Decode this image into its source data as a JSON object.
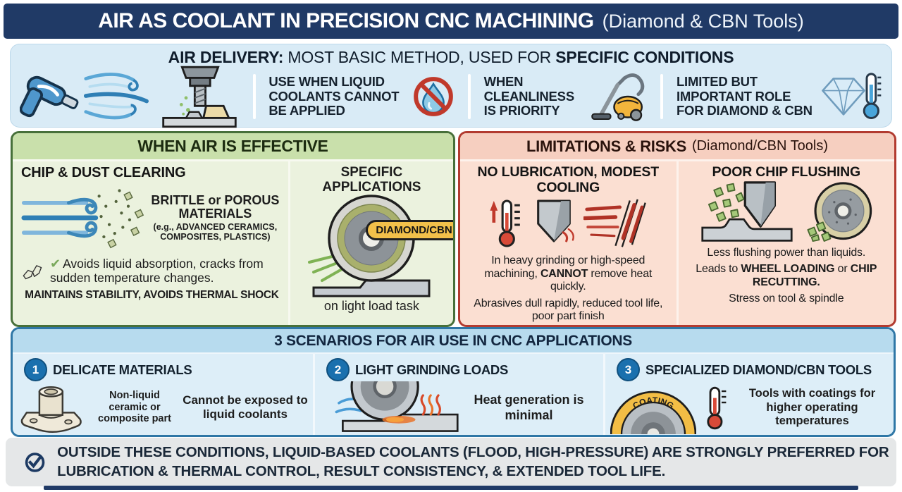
{
  "colors": {
    "header_bg": "#203a66",
    "air_panel_bg": "#d9ebf6",
    "green_border": "#47703a",
    "green_band": "#c9e0ab",
    "green_bg": "#ebf2de",
    "red_border": "#b23b30",
    "red_band": "#f6cfc0",
    "red_bg": "#fbdfd2",
    "scenarios_border": "#2f77a6",
    "scenarios_band": "#b7dbee",
    "scenarios_bg": "#ddeef8",
    "footer_bg": "#e5e7e8",
    "badge_yellow": "#f2c04a",
    "number_blue": "#1a70ae"
  },
  "header": {
    "title": "AIR AS COOLANT IN PRECISION CNC MACHINING",
    "subtitle": "(Diamond & CBN Tools)"
  },
  "air_delivery": {
    "title_b1": "AIR DELIVERY:",
    "title_mid": " MOST BASIC METHOD, USED FOR ",
    "title_b2": "SPECIFIC CONDITIONS",
    "item1": "USE WHEN LIQUID COOLANTS CANNOT BE APPLIED",
    "item2": "WHEN CLEANLINESS IS PRIORITY",
    "item3": "LIMITED BUT IMPORTANT ROLE FOR DIAMOND & CBN"
  },
  "effective": {
    "title": "WHEN AIR IS EFFECTIVE",
    "chip_heading": "CHIP & DUST CLEARING",
    "materials_main": "BRITTLE or POROUS MATERIALS",
    "materials_detail": "(e.g., ADVANCED CERAMICS, COMPOSITES, PLASTICS)",
    "check_glyph": "✔",
    "check_text": "Avoids liquid absorption, cracks from sudden temperature changes.",
    "stability_note": "MAINTAINS STABILITY, AVOIDS THERMAL SHOCK",
    "apps_heading": "SPECIFIC APPLICATIONS",
    "badge": "DIAMOND/CBN",
    "apps_caption": "on light load task"
  },
  "limitations": {
    "title_bold": "LIMITATIONS & RISKS",
    "title_normal": "(Diamond/CBN Tools)",
    "left": {
      "heading": "NO LUBRICATION, MODEST COOLING",
      "p1a": "In heavy grinding or high-speed machining, ",
      "p1b": "CANNOT",
      "p1c": " remove heat quickly.",
      "p2": "Abrasives dull rapidly, reduced tool life, poor part finish"
    },
    "right": {
      "heading": "POOR CHIP FLUSHING",
      "p1": "Less flushing power than liquids.",
      "p2a": "Leads to ",
      "p2b": "WHEEL LOADING",
      "p2c": " or ",
      "p2d": "CHIP RECUTTING.",
      "p3": "Stress on tool & spindle"
    }
  },
  "scenarios": {
    "title": "3 SCENARIOS FOR AIR USE IN CNC APPLICATIONS",
    "items": [
      {
        "number": "1",
        "heading": "DELICATE MATERIALS",
        "caption": "Non-liquid ceramic or composite part",
        "text": "Cannot be exposed to liquid coolants"
      },
      {
        "number": "2",
        "heading": "LIGHT GRINDING LOADS",
        "text": "Heat generation is minimal"
      },
      {
        "number": "3",
        "heading": "SPECIALIZED DIAMOND/CBN TOOLS",
        "badge": "COATING",
        "text": "Tools with coatings for higher operating temperatures"
      }
    ]
  },
  "footer": {
    "text": "OUTSIDE THESE CONDITIONS, LIQUID-BASED COOLANTS (FLOOD, HIGH-PRESSURE) ARE STRONGLY PREFERRED FOR LUBRICATION & THERMAL CONTROL, RESULT CONSISTENCY, & EXTENDED TOOL LIFE."
  }
}
